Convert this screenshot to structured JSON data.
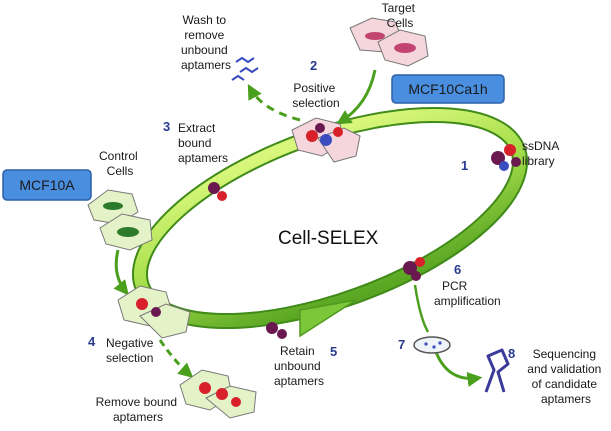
{
  "diagram": {
    "title": "Cell-SELEX",
    "cell_lines": {
      "target": "MCF10Ca1h",
      "control": "MCF10A"
    },
    "labels": {
      "target_cells": [
        "Target",
        "Cells"
      ],
      "control_cells": [
        "Control",
        "Cells"
      ],
      "wash": [
        "Wash to",
        "remove",
        "unbound",
        "aptamers"
      ],
      "remove_bound": [
        "Remove bound",
        "aptamers"
      ]
    },
    "steps": [
      {
        "number": "1",
        "lines": [
          "ssDNA",
          "library"
        ]
      },
      {
        "number": "2",
        "lines": [
          "Positive",
          "selection"
        ]
      },
      {
        "number": "3",
        "lines": [
          "Extract",
          "bound",
          "aptamers"
        ]
      },
      {
        "number": "4",
        "lines": [
          "Negative",
          "selection"
        ]
      },
      {
        "number": "5",
        "lines": [
          "Retain",
          "unbound",
          "aptamers"
        ]
      },
      {
        "number": "6",
        "lines": [
          "PCR",
          "amplification"
        ]
      },
      {
        "number": "7",
        "lines": []
      },
      {
        "number": "8",
        "lines": [
          "Sequencing",
          "and validation",
          "of candidate",
          "aptamers"
        ]
      }
    ],
    "colors": {
      "ring_light": "#c8f06a",
      "ring_dark": "#4f9a1e",
      "arrow": "#4aa01c",
      "box_fill": "#4a8ee0",
      "box_border": "#2b5fa8",
      "step_number": "#2a3a8f",
      "cell_pink": "#f4d6dc",
      "cell_green": "#e3f3c7",
      "aptamer_red": "#d8202a",
      "aptamer_purple": "#6a1850",
      "aptamer_blue": "#3a4cc0"
    }
  }
}
